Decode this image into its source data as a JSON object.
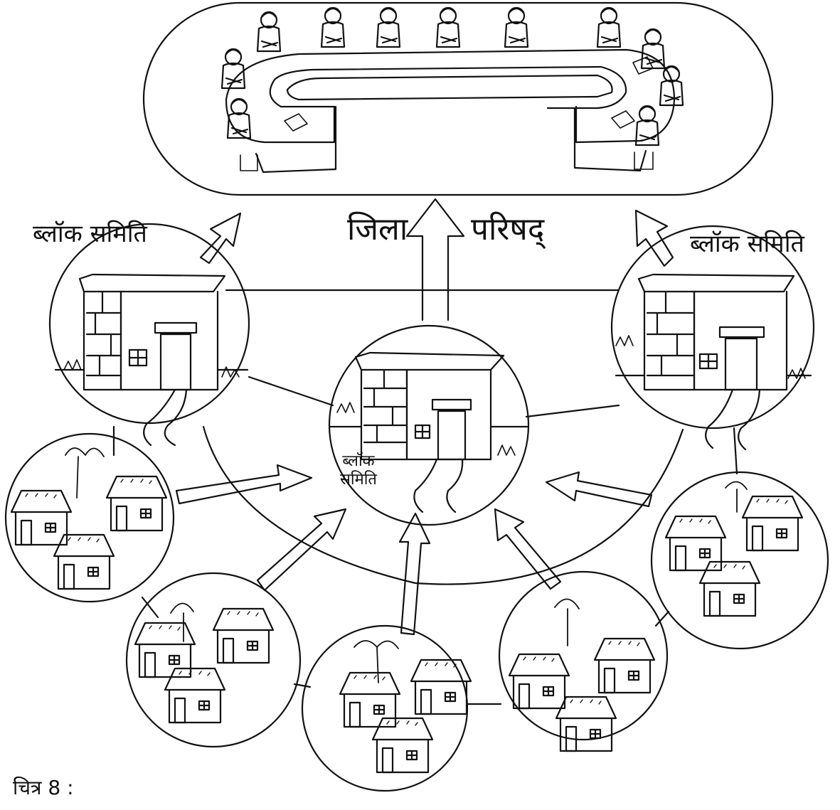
{
  "labels": {
    "block_samiti_left": "ब्लॉक समिति",
    "block_samiti_right": "ब्लॉक समिति",
    "zila": "जिला",
    "parishad": "परिषद्",
    "center_block": "ब्लॉक",
    "center_samiti": "समिति",
    "caption": "चित्र 8 :"
  },
  "colors": {
    "ink": "#111111",
    "background": "#ffffff"
  }
}
